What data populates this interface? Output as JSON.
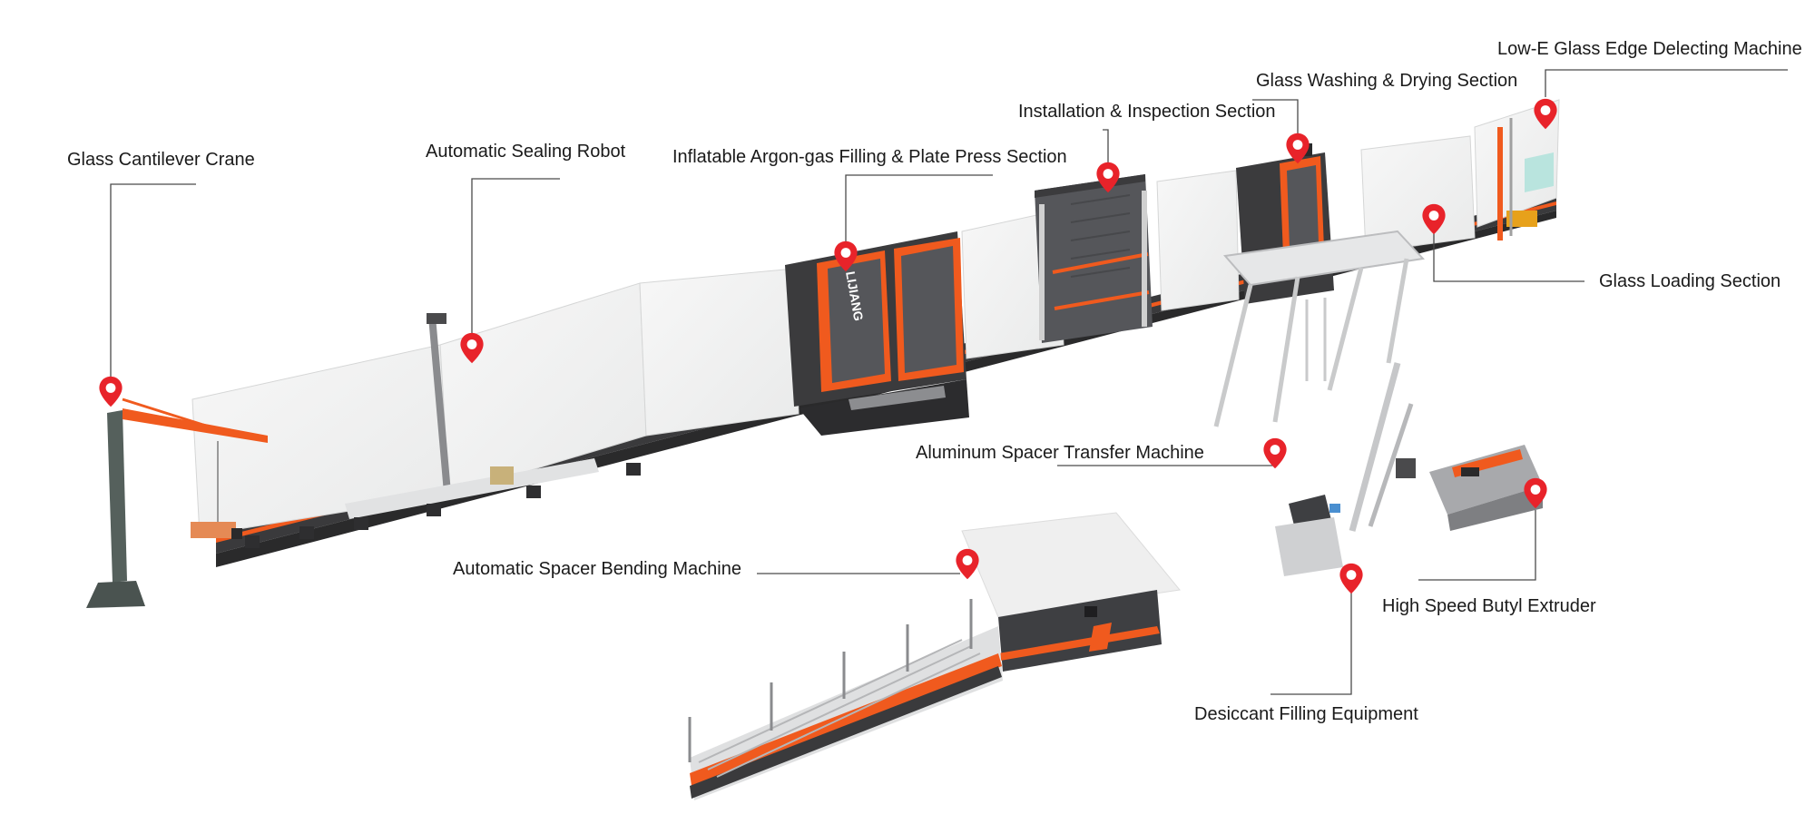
{
  "brand": "LIJIANG",
  "colors": {
    "accent": "#f05a1e",
    "machine_dark": "#3b3b3d",
    "machine_mid": "#55565a",
    "glass": "#f1f2f2",
    "pin": "#e8232a",
    "leader": "#4a4a4a"
  },
  "labels": {
    "crane": "Glass Cantilever Crane",
    "sealing": "Automatic Sealing Robot",
    "argon": "Inflatable Argon-gas Filling & Plate Press Section",
    "inspection": "Installation & Inspection Section",
    "washing": "Glass Washing & Drying Section",
    "lowe": "Low-E Glass Edge Delecting Machine",
    "loading": "Glass Loading Section",
    "transfer": "Aluminum Spacer Transfer Machine",
    "bending": "Automatic Spacer Bending Machine",
    "butyl": "High Speed Butyl Extruder",
    "desiccant": "Desiccant Filling Equipment"
  },
  "pins": [
    {
      "id": "pin-crane",
      "icon": "map-pin-icon"
    },
    {
      "id": "pin-sealing",
      "icon": "map-pin-icon"
    },
    {
      "id": "pin-argon",
      "icon": "map-pin-icon"
    },
    {
      "id": "pin-inspection",
      "icon": "map-pin-icon"
    },
    {
      "id": "pin-washing",
      "icon": "map-pin-icon"
    },
    {
      "id": "pin-lowe",
      "icon": "map-pin-icon"
    },
    {
      "id": "pin-loading",
      "icon": "map-pin-icon"
    },
    {
      "id": "pin-transfer",
      "icon": "map-pin-icon"
    },
    {
      "id": "pin-bending",
      "icon": "map-pin-icon"
    },
    {
      "id": "pin-butyl",
      "icon": "map-pin-icon"
    },
    {
      "id": "pin-desiccant",
      "icon": "map-pin-icon"
    }
  ]
}
